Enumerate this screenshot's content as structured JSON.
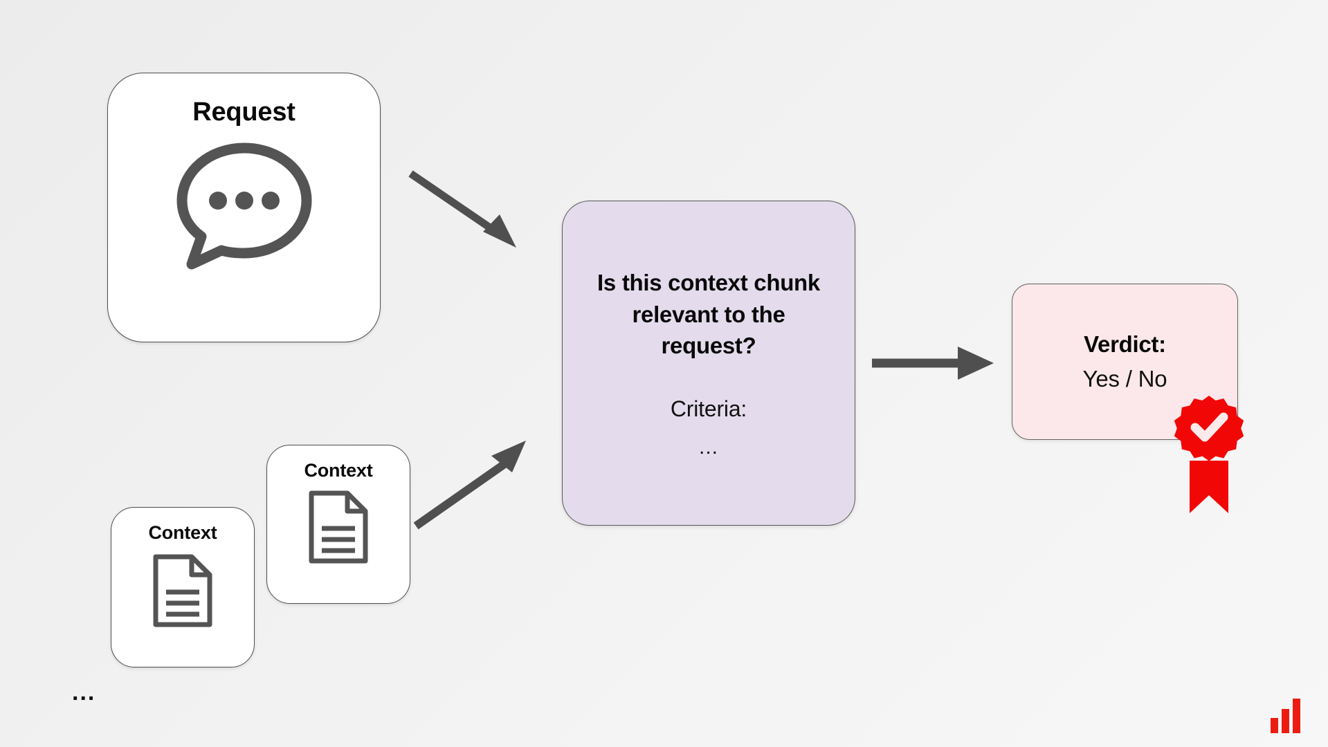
{
  "diagram": {
    "title": "RAG context relevance evaluation flow",
    "background_color": "#efefef"
  },
  "nodes": {
    "request_card": {
      "label": "Request",
      "icon": "chat-bubble-icon",
      "fill": "#ffffff",
      "border": "#4d4d4d"
    },
    "context_cards": [
      {
        "label": "Context",
        "icon": "document-icon",
        "fill": "#ffffff"
      },
      {
        "label": "Context",
        "icon": "document-icon",
        "fill": "#ffffff"
      }
    ],
    "more_contexts_ellipsis": "...",
    "prompt_box": {
      "question": "Is this context chunk relevant to the request?",
      "criteria_label": "Criteria:",
      "criteria_ellipsis": "...",
      "fill": "#e4dcec",
      "border": "#575757"
    },
    "verdict_box": {
      "label": "Verdict:",
      "value": "Yes / No",
      "fill": "#fce8ea",
      "border": "#626262",
      "badge_icon": "verified-ribbon-icon",
      "badge_color": "#f20707"
    }
  },
  "arrows": [
    {
      "name": "request-to-prompt",
      "from": "request_card",
      "to": "prompt_box",
      "color": "#4f4f4f"
    },
    {
      "name": "context-to-prompt",
      "from": "context_cards",
      "to": "prompt_box",
      "color": "#4f4f4f"
    },
    {
      "name": "prompt-to-verdict",
      "from": "prompt_box",
      "to": "verdict_box",
      "color": "#4f4f4f"
    }
  ],
  "branding": {
    "logo_icon": "bar-chart-logo",
    "logo_color": "#ec1c12"
  }
}
